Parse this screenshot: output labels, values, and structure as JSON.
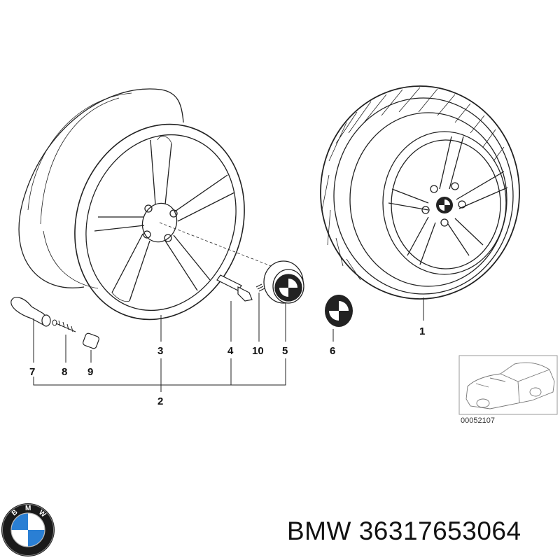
{
  "diagram": {
    "callouts": {
      "c1": "1",
      "c2": "2",
      "c3": "3",
      "c4": "4",
      "c5": "5",
      "c6": "6",
      "c7": "7",
      "c8": "8",
      "c9": "9",
      "c10": "10"
    },
    "reference_code": "00052107"
  },
  "brand": {
    "logo_letters": [
      "B",
      "M",
      "W"
    ],
    "name": "BMW",
    "part_number": "36317653064"
  }
}
